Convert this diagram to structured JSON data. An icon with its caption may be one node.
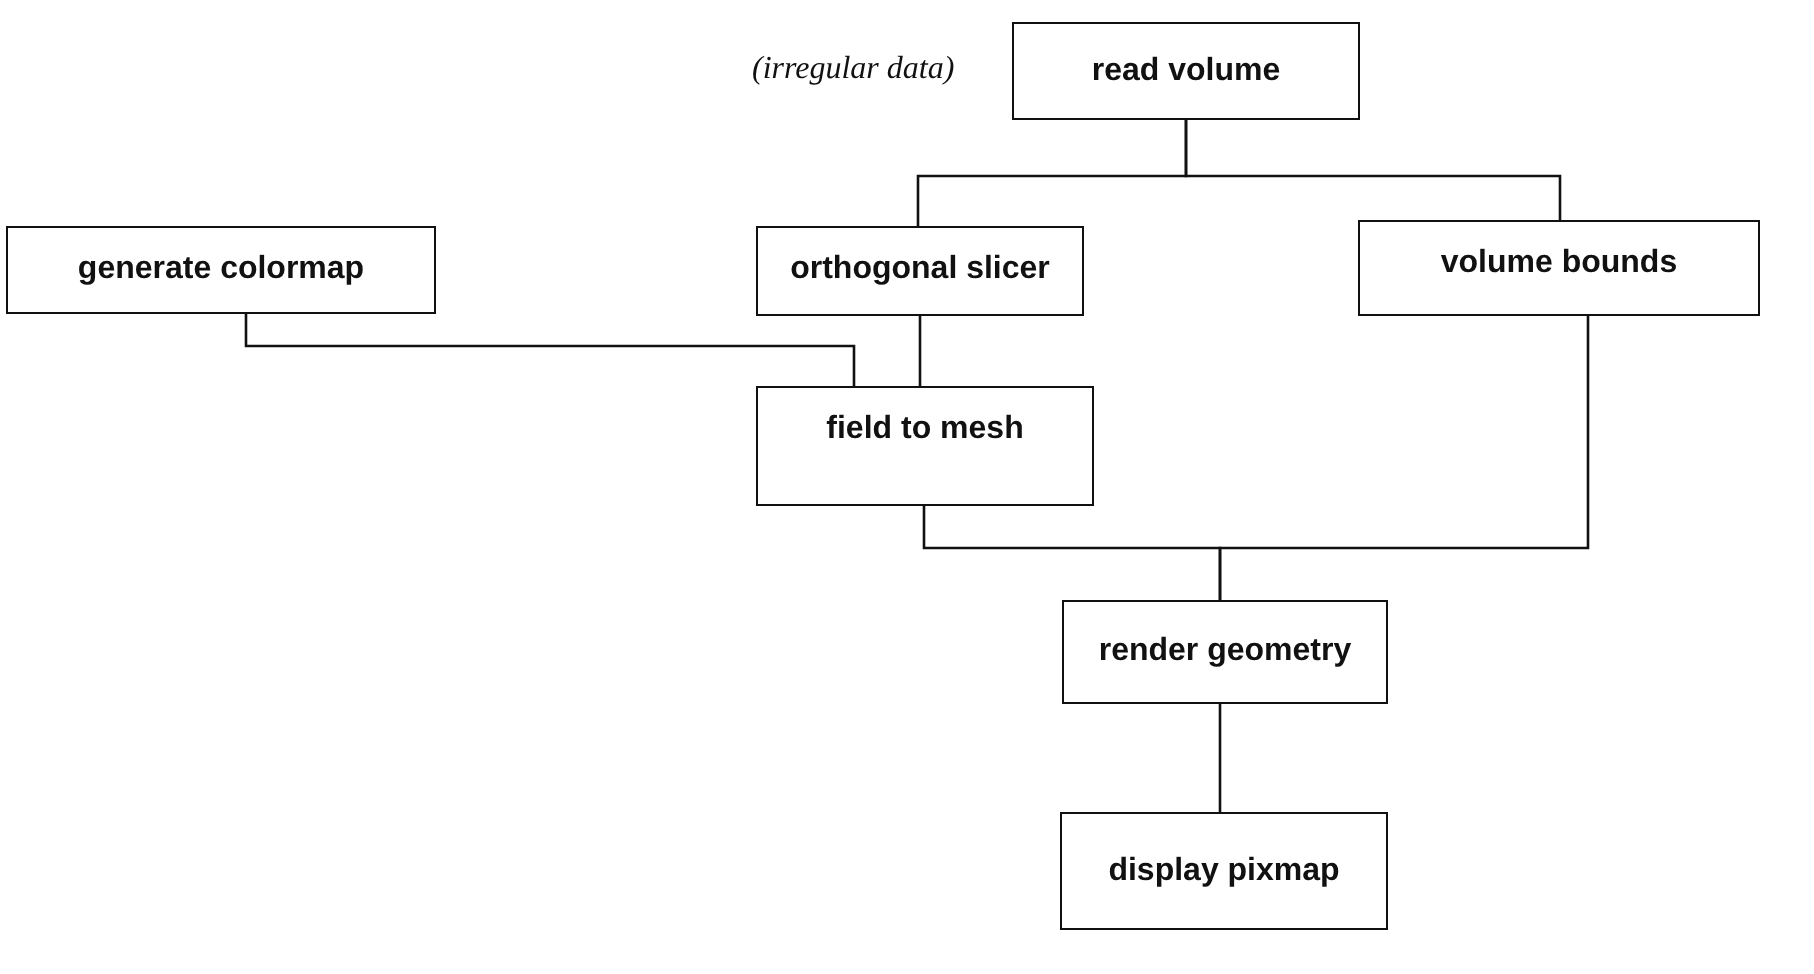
{
  "diagram": {
    "nodes": [
      {
        "text": [
          "read volume"
        ],
        "beside": [
          "(irregular data)"
        ]
      },
      {
        "text": [
          "generate colormap"
        ]
      },
      {
        "text": [
          "orthogonal slicer"
        ]
      },
      {
        "text": [
          "volume bounds"
        ]
      },
      {
        "text": [
          "field to mesh"
        ]
      },
      {
        "text": [
          "render geometry"
        ]
      },
      {
        "text": [
          "display pixmap"
        ]
      }
    ],
    "edges": [
      {
        "from": 0,
        "to": 2,
        "arrow": "none"
      },
      {
        "from": 0,
        "to": 3,
        "arrow": "none"
      },
      {
        "from": 1,
        "to": 4,
        "arrow": "none"
      },
      {
        "from": 2,
        "to": 4,
        "arrow": "none"
      },
      {
        "from": 4,
        "to": 5,
        "arrow": "none"
      },
      {
        "from": 3,
        "to": 5,
        "arrow": "none"
      },
      {
        "from": 5,
        "to": 6,
        "arrow": "none"
      }
    ]
  }
}
